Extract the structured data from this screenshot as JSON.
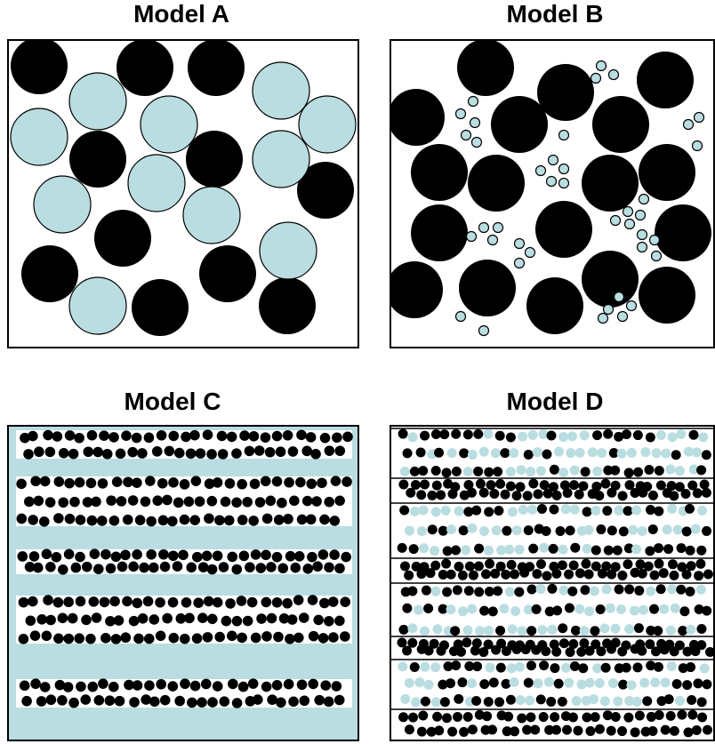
{
  "panels": {
    "a": {
      "title": "Model A"
    },
    "b": {
      "title": "Model B"
    },
    "c": {
      "title": "Model C"
    },
    "d": {
      "title": "Model D"
    }
  },
  "colors": {
    "filler_particle": "#000000",
    "matrix_particle": "#b9dde0",
    "outline": "#000000",
    "background": "#ffffff"
  }
}
